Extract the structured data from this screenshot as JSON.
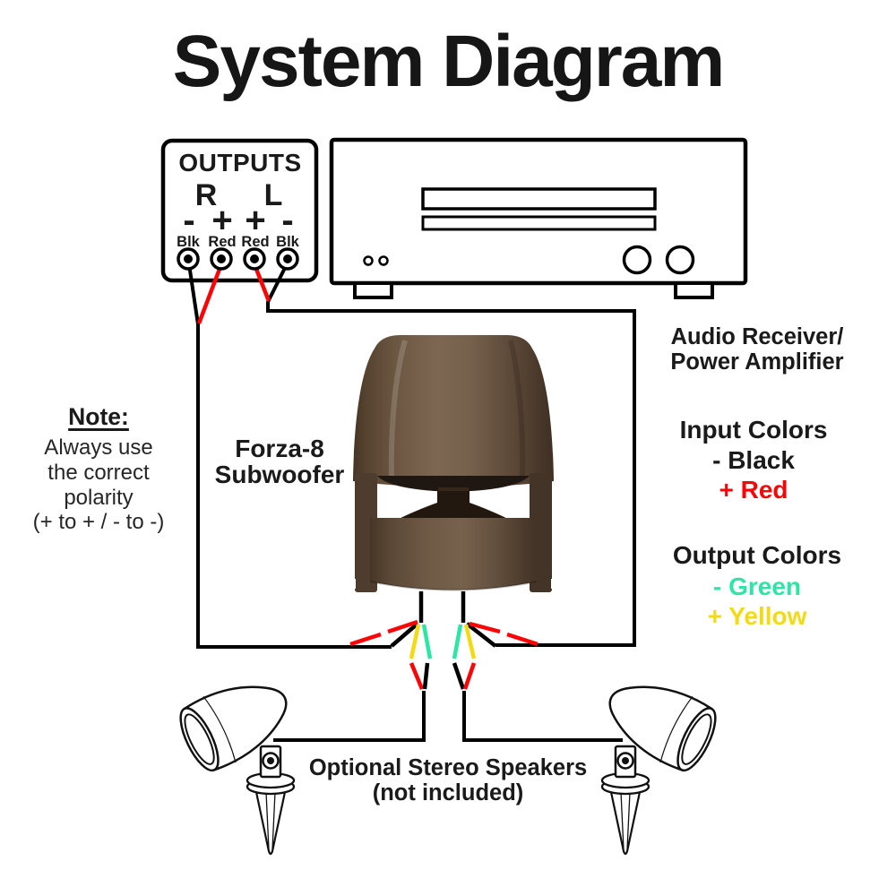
{
  "title": "System Diagram",
  "colors": {
    "wire-black": "#000000",
    "wire-red": "#f90505",
    "wire-green": "#2ee6a4",
    "wire-yellow": "#f2da16",
    "text-red": "#f90505",
    "text-green": "#2ee6a4",
    "text-yellow": "#f2da16",
    "subwoofer-brown": "#6d5843"
  },
  "outputs_panel": {
    "title": "OUTPUTS",
    "channel_right": "R",
    "channel_left": "L",
    "polarity": [
      "-",
      "+",
      "+",
      "-"
    ],
    "terminals": [
      "Blk",
      "Red",
      "Red",
      "Blk"
    ]
  },
  "receiver_label": {
    "line1": "Audio Receiver/",
    "line2": "Power Amplifier"
  },
  "note": {
    "title": "Note:",
    "line1": "Always use",
    "line2": "the correct",
    "line3": "polarity",
    "line4": "(+ to + / - to -)"
  },
  "subwoofer_label": {
    "line1": "Forza-8",
    "line2": "Subwoofer"
  },
  "input_colors": {
    "title": "Input Colors",
    "negative": "- Black",
    "positive": "+ Red"
  },
  "output_colors": {
    "title": "Output Colors",
    "negative": "- Green",
    "positive": "+ Yellow"
  },
  "speakers_caption": {
    "line1": "Optional Stereo Speakers",
    "line2": "(not included)"
  }
}
